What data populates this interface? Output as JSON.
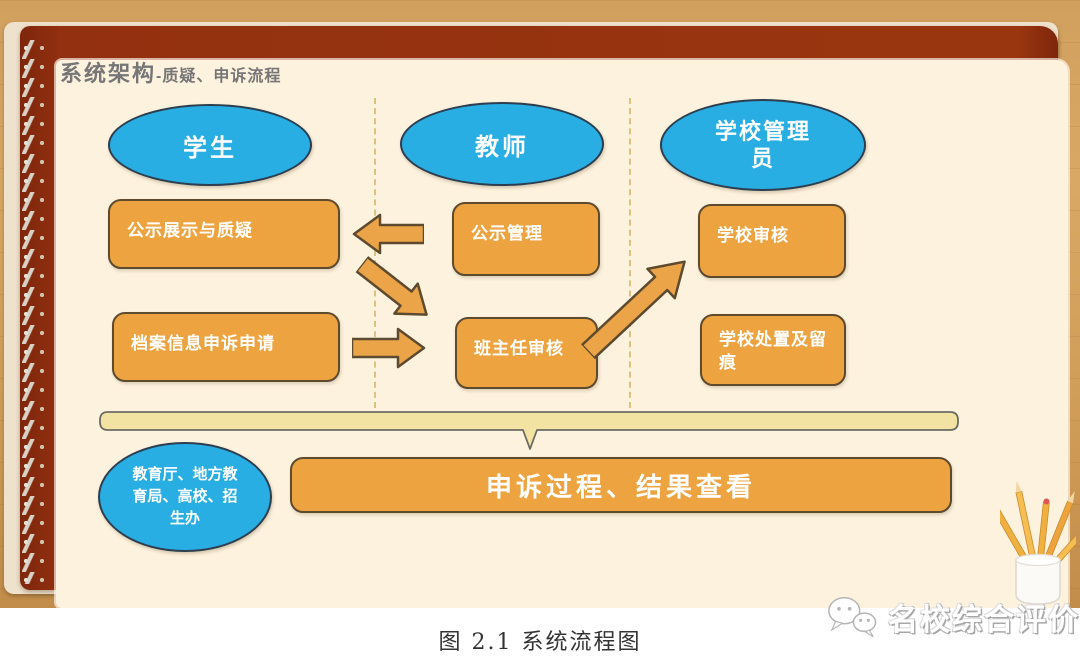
{
  "slide": {
    "title": {
      "main": "系统架构",
      "sub": "-质疑、申诉流程"
    },
    "columns": [
      {
        "actor": "学生",
        "boxes": [
          "公示展示与质疑",
          "档案信息申诉申请"
        ]
      },
      {
        "actor": "教师",
        "boxes": [
          "公示管理",
          "班主任审核"
        ]
      },
      {
        "actor": "学校管理员",
        "boxes": [
          "学校审核",
          "学校处置及留痕"
        ]
      }
    ],
    "bottom_row": {
      "actor": "教育厅、地方教育局、高校、招生办",
      "result_box": "申诉过程、结果查看"
    },
    "arrows": [
      "teacher-publicity-to-student-display",
      "student-display-to-teacher-review",
      "student-appeal-to-teacher-review",
      "teacher-review-to-school-review"
    ],
    "colors": {
      "actor_fill": "#29aee4",
      "actor_border": "#2c3e50",
      "process_fill": "#eda440",
      "process_border": "#5d4a2f",
      "paper": "#fdf2de",
      "frame": "#93300f",
      "wood": "#d2a05e",
      "band": "#f3e3a2",
      "divider": "#ddc083",
      "title_text": "#767676"
    }
  },
  "caption": "图 2.1 系统流程图",
  "watermark": {
    "icon": "wechat-icon",
    "label": "名校综合评价"
  }
}
